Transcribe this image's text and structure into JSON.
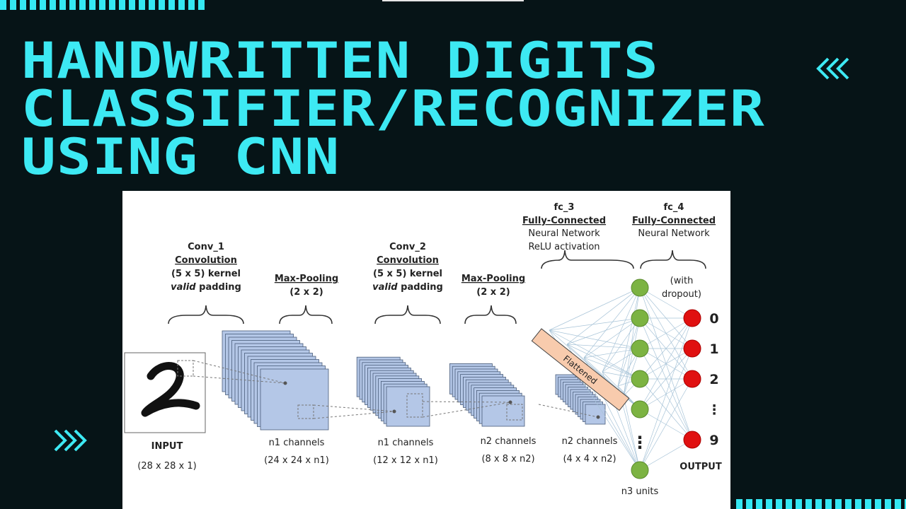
{
  "title": {
    "line1": "HANDWRITTEN DIGITS",
    "line2": "CLASSIFIER/RECOGNIZER",
    "line3": "USING CNN"
  },
  "colors": {
    "background": "#061417",
    "accent": "#3de9f3",
    "neuron_green": "#7cb342",
    "neuron_red": "#e01010",
    "feature_map": "#b4c7e7",
    "flatten": "#f8cbad"
  },
  "icons": {
    "left_decoration": "double-chevron-right-icon",
    "right_decoration": "double-chevron-left-icon"
  },
  "diagram": {
    "conv1": {
      "name": "Conv_1",
      "type": "Convolution",
      "kernel": "(5 x 5) kernel",
      "padding_word": "valid",
      "padding_rest": " padding"
    },
    "pool1": {
      "name": "Max-Pooling",
      "size": "(2 x 2)"
    },
    "conv2": {
      "name": "Conv_2",
      "type": "Convolution",
      "kernel": "(5 x 5) kernel",
      "padding_word": "valid",
      "padding_rest": " padding"
    },
    "pool2": {
      "name": "Max-Pooling",
      "size": "(2 x 2)"
    },
    "fc3": {
      "name": "fc_3",
      "type": "Fully-Connected",
      "desc1": "Neural Network",
      "desc2": "ReLU activation"
    },
    "fc4": {
      "name": "fc_4",
      "type": "Fully-Connected",
      "desc1": "Neural Network",
      "dropout1": "(with",
      "dropout2": "dropout)"
    },
    "flattened": "Flattened",
    "input": {
      "label": "INPUT",
      "dims": "(28 x 28 x 1)"
    },
    "map1": {
      "label": "n1 channels",
      "dims": "(24 x 24 x n1)"
    },
    "map2": {
      "label": "n1 channels",
      "dims": "(12 x 12 x n1)"
    },
    "map3": {
      "label": "n2 channels",
      "dims": "(8 x 8 x n2)"
    },
    "map4": {
      "label": "n2 channels",
      "dims": "(4 x 4 x n2)"
    },
    "n3_units": "n3 units",
    "output_label": "OUTPUT",
    "outputs": [
      "0",
      "1",
      "2",
      "⋮",
      "9"
    ],
    "vdots": "⋮"
  }
}
